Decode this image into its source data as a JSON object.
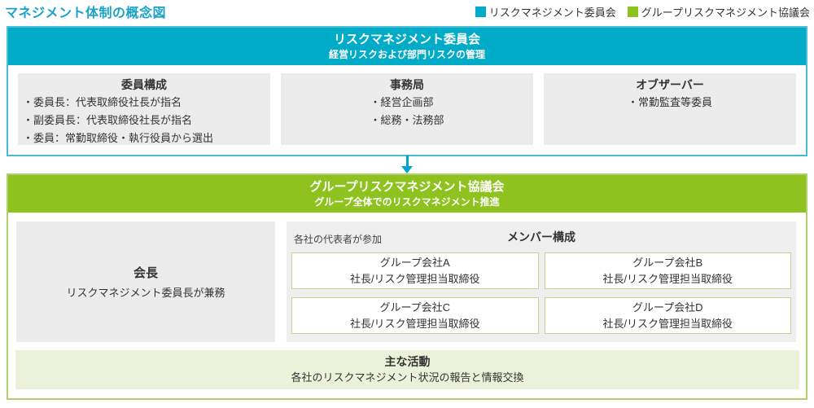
{
  "page": {
    "title": "マネジメント体制の概念図"
  },
  "legend": {
    "items": [
      {
        "label": "リスクマネジメント委員会",
        "color": "#00ABC7"
      },
      {
        "label": "グループリスクマネジメント協議会",
        "color": "#8DC21F"
      }
    ]
  },
  "committee": {
    "title": "リスクマネジメント委員会",
    "subtitle": "経営リスクおよび部門リスクの管理",
    "boxes": [
      {
        "title": "委員構成",
        "items": [
          "・委員長：代表取締役社長が指名",
          "・副委員長：代表取締役社長が指名",
          "・委員：常勤取締役・執行役員から選出"
        ]
      },
      {
        "title": "事務局",
        "items": [
          "・経営企画部",
          "・総務・法務部"
        ]
      },
      {
        "title": "オブザーバー",
        "items": [
          "・常勤監査等委員"
        ]
      }
    ]
  },
  "council": {
    "title": "グループリスクマネジメント協議会",
    "subtitle": "グループ全体でのリスクマネジメント推進",
    "chairman": {
      "title": "会長",
      "note": "リスクマネジメント委員長が兼務"
    },
    "members": {
      "title": "メンバー構成",
      "note": "各社の代表者が参加",
      "companies": [
        {
          "name": "グループ会社A",
          "role": "社長/リスク管理担当取締役"
        },
        {
          "name": "グループ会社B",
          "role": "社長/リスク管理担当取締役"
        },
        {
          "name": "グループ会社C",
          "role": "社長/リスク管理担当取締役"
        },
        {
          "name": "グループ会社D",
          "role": "社長/リスク管理担当取締役"
        }
      ]
    },
    "activities": {
      "title": "主な活動",
      "desc": "各社のリスクマネジメント状況の報告と情報交換"
    }
  },
  "colors": {
    "committee_teal": "#00ABC7",
    "council_green": "#8DC21F",
    "title_text": "#1BA3C6",
    "section1_border": "#4ABCD6",
    "section2_border": "#AFCE6E",
    "gray_box": "#ECECED",
    "member_area_bg": "#EFEFF0",
    "company_box_border": "#C1D78E",
    "activity_bg": "#ECF2DA",
    "arrow": "#00A6C9"
  }
}
